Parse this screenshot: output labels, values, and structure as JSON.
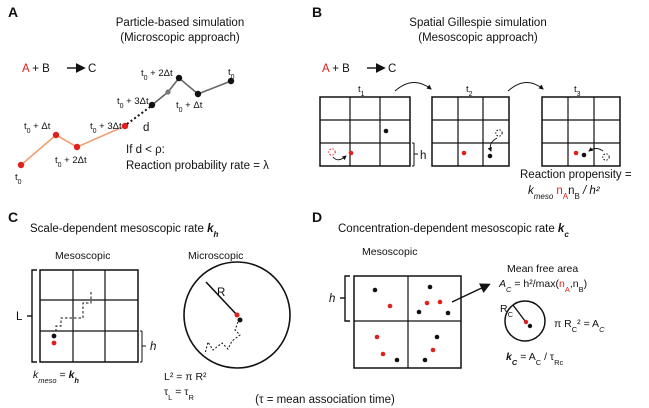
{
  "panels": {
    "A": {
      "label": "A",
      "title_line1": "Particle-based simulation",
      "title_line2": "(Microscopic approach)",
      "reaction_A": "A",
      "reaction_rest": " + B",
      "reaction_C": "C",
      "t0_start": "t",
      "t0_sub": "0",
      "times": [
        {
          "base": "t",
          "sub": "0",
          "suffix": " + Δt"
        },
        {
          "base": "t",
          "sub": "0",
          "suffix": " + 2Δt"
        },
        {
          "base": "t",
          "sub": "0",
          "suffix": " + 3Δt"
        },
        {
          "base": "t",
          "sub": "0",
          "suffix": " + 3Δt"
        },
        {
          "base": "t",
          "sub": "0",
          "suffix": " + 2Δt"
        },
        {
          "base": "t",
          "sub": "0",
          "suffix": " + Δt"
        },
        {
          "base": "t",
          "sub": "0",
          "suffix": ""
        }
      ],
      "d_label": "d",
      "condition_line1": "If d < ρ:",
      "condition_line2": "Reaction probability rate = λ"
    },
    "B": {
      "label": "B",
      "title_line1": "Spatial Gillespie simulation",
      "title_line2": "(Mesoscopic approach)",
      "reaction_A": "A",
      "reaction_rest": " + B",
      "reaction_C": "C",
      "grid_times": [
        {
          "base": "t",
          "sub": "1"
        },
        {
          "base": "t",
          "sub": "2"
        },
        {
          "base": "t",
          "sub": "3"
        }
      ],
      "h_label": "h",
      "propensity_line1": "Reaction propensity =",
      "propensity_k": "k",
      "propensity_k_sub": "meso",
      "propensity_nA": "n",
      "propensity_nA_sub": "A",
      "propensity_nB": "n",
      "propensity_nB_sub": "B",
      "propensity_tail": " / h²"
    },
    "C": {
      "label": "C",
      "title": "Scale-dependent mesoscopic rate ",
      "title_k": "k",
      "title_k_sub": "h",
      "meso_label": "Mesoscopic",
      "micro_label": "Microscopic",
      "L_label": "L",
      "h_label": "h",
      "R_label": "R",
      "kmeso_k": "k",
      "kmeso_sub": "meso",
      "kmeso_eq": " = ",
      "kmeso_kh": "k",
      "kmeso_kh_sub": "h",
      "eq1": "L² = π R²",
      "eq2_base": "τ",
      "eq2_sub1": "L",
      "eq2_mid": " = τ",
      "eq2_sub2": "R",
      "footnote": "(τ = mean association time)"
    },
    "D": {
      "label": "D",
      "title": "Concentration-dependent mesoscopic rate ",
      "title_k": "k",
      "title_k_sub": "c",
      "meso_label": "Mesoscopic",
      "h_label": "h",
      "mfa_title": "Mean free area",
      "mfa_A": "A",
      "mfa_A_sub": "C",
      "mfa_eq": " = h²/max(",
      "mfa_nA": "n",
      "mfa_nA_sub": "A",
      "mfa_comma": ",n",
      "mfa_nB_sub": "B",
      "mfa_close": ")",
      "Rc": "R",
      "Rc_sub": "C",
      "piR": "π R",
      "piR_sub": "C",
      "piR_tail": "² = A",
      "piR_tail_sub": "C",
      "kc_k": "k",
      "kc_sub": "C",
      "kc_eq": "= A",
      "kc_A_sub": "C",
      "kc_tau": " / τ",
      "kc_tau_sub": "Rc"
    }
  },
  "colors": {
    "red": "#e0201c",
    "orange_path": "#f0a070",
    "gray_path": "#666666",
    "black": "#111111"
  }
}
